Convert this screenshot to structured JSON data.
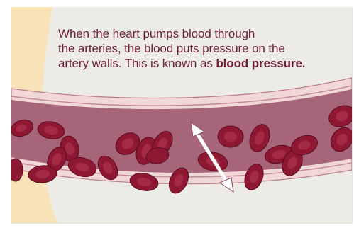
{
  "caption": {
    "line1": "When the heart pumps blood through",
    "line2": "the arteries, the blood puts pressure on the",
    "line3_prefix": "artery walls. This is known as ",
    "line3_bold": "blood pressure."
  },
  "colors": {
    "background": "#ecebe6",
    "tissue": "#f8e3b8",
    "artery_wall": "#f2d7d7",
    "wall_edge": "#b97c88",
    "lumen": "#9f5a6f",
    "red_cell": "#8e1732",
    "arrow": "#ffffff",
    "text": "#6e1e3a"
  },
  "icons": {
    "pressure_arrow": "double-headed-arrow"
  }
}
